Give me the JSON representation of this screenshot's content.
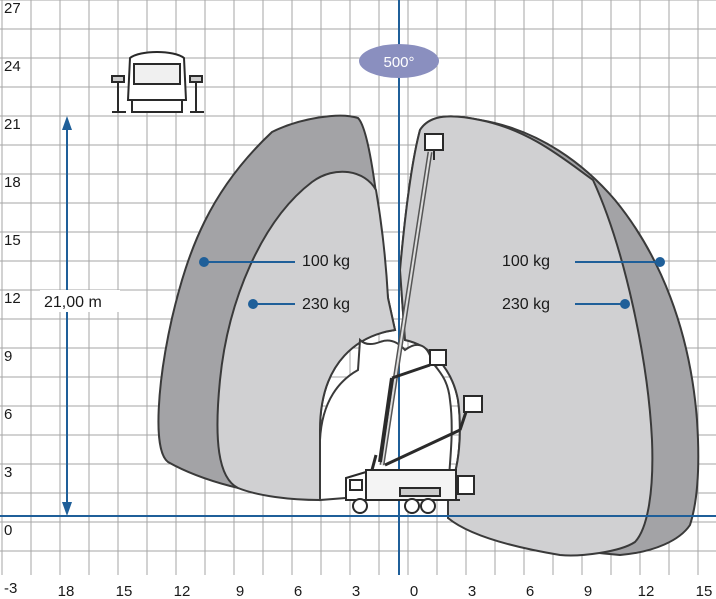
{
  "y_ticks": [
    "27",
    "24",
    "21",
    "18",
    "15",
    "12",
    "9",
    "6",
    "3",
    "0",
    "-3"
  ],
  "x_ticks": [
    "18",
    "15",
    "12",
    "9",
    "6",
    "3",
    "0",
    "3",
    "6",
    "9",
    "12",
    "15"
  ],
  "height_label": "21,00 m",
  "rotation_badge": "500°",
  "load_labels": {
    "left_outer": "100 kg",
    "left_inner": "230 kg",
    "right_outer": "100 kg",
    "right_inner": "230 kg"
  },
  "colors": {
    "grid": "#a6a6a6",
    "axis": "#1f5f99",
    "outer_zone": "#a3a3a6",
    "inner_zone": "#d0d0d2",
    "outline": "#3a3a3a",
    "badge_fill": "#8a8fbf",
    "marker": "#1f5f99"
  }
}
